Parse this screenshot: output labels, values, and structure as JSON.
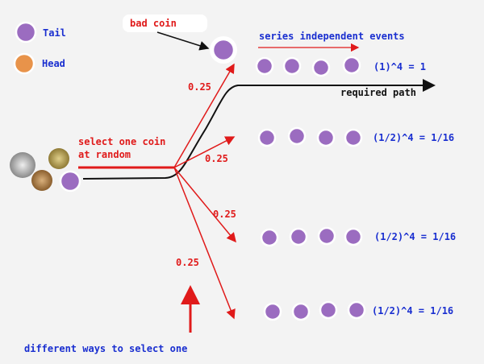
{
  "legend": {
    "tail": "Tail",
    "head": "Head"
  },
  "labels": {
    "bad_coin": "bad coin",
    "series": "series independent events",
    "required_path": "required path",
    "select_line1": "select one coin",
    "select_line2": "at random",
    "different_ways": "different ways to select one"
  },
  "branches": [
    {
      "probability": "0.25",
      "result": "(1)^4 = 1"
    },
    {
      "probability": "0.25",
      "result": "(1/2)^4 = 1/16"
    },
    {
      "probability": "0.25",
      "result": "(1/2)^4 = 1/16"
    },
    {
      "probability": "0.25",
      "result": "(1/2)^4 = 1/16"
    }
  ],
  "colors": {
    "tail": "#9b6cc0",
    "head": "#e8934a",
    "arrow": "#e01a1a",
    "text": "#1a2fd0"
  }
}
